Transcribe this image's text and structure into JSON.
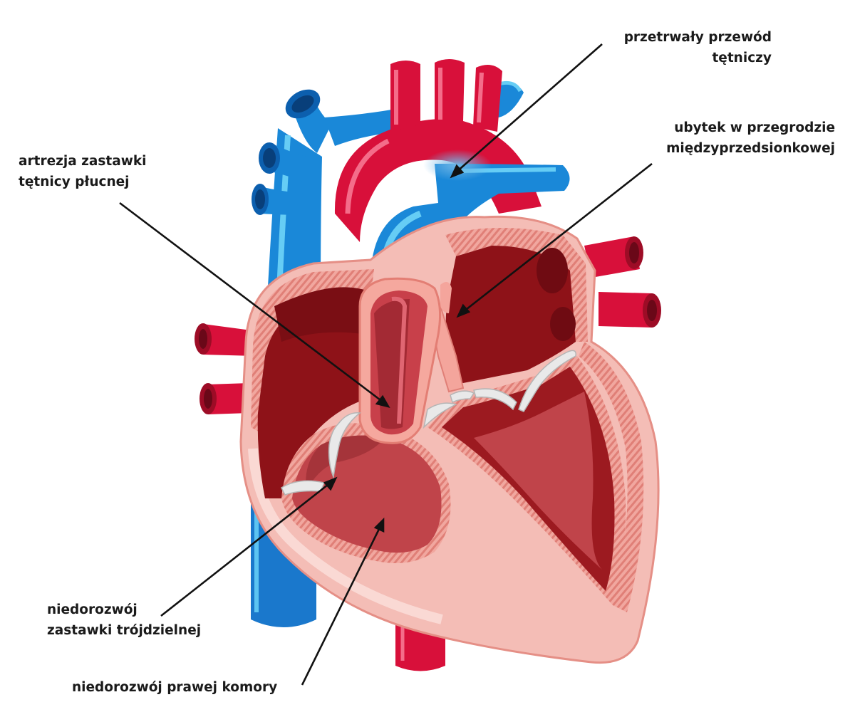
{
  "labels": {
    "patent_ductus": [
      "przetrwały przewód",
      "tętniczy"
    ],
    "septal_defect": [
      "ubytek w przegrodzie",
      "międzyprzedsionkowej"
    ],
    "pulmonary_atresia": [
      "artrezja zastawki",
      "tętnicy płucnej"
    ],
    "tricuspid_hypoplasia": [
      "niedorozwój",
      "zastawki trójdzielnej"
    ],
    "rv_hypoplasia": [
      "niedorozwój prawej komory"
    ]
  },
  "colors": {
    "artery_red": "#d8103a",
    "artery_dark": "#8e0a22",
    "vein_blue": "#1e8fdc",
    "vein_dark": "#0a5aa8",
    "vein_light": "#5cc4f2",
    "chamber_dark": "#8e1218",
    "chamber_mid": "#c0444a",
    "wall_pink": "#f4bdb6",
    "wall_stripe": "#e58f86",
    "valve_white": "#e9e9e9",
    "leader_line": "#111111"
  }
}
